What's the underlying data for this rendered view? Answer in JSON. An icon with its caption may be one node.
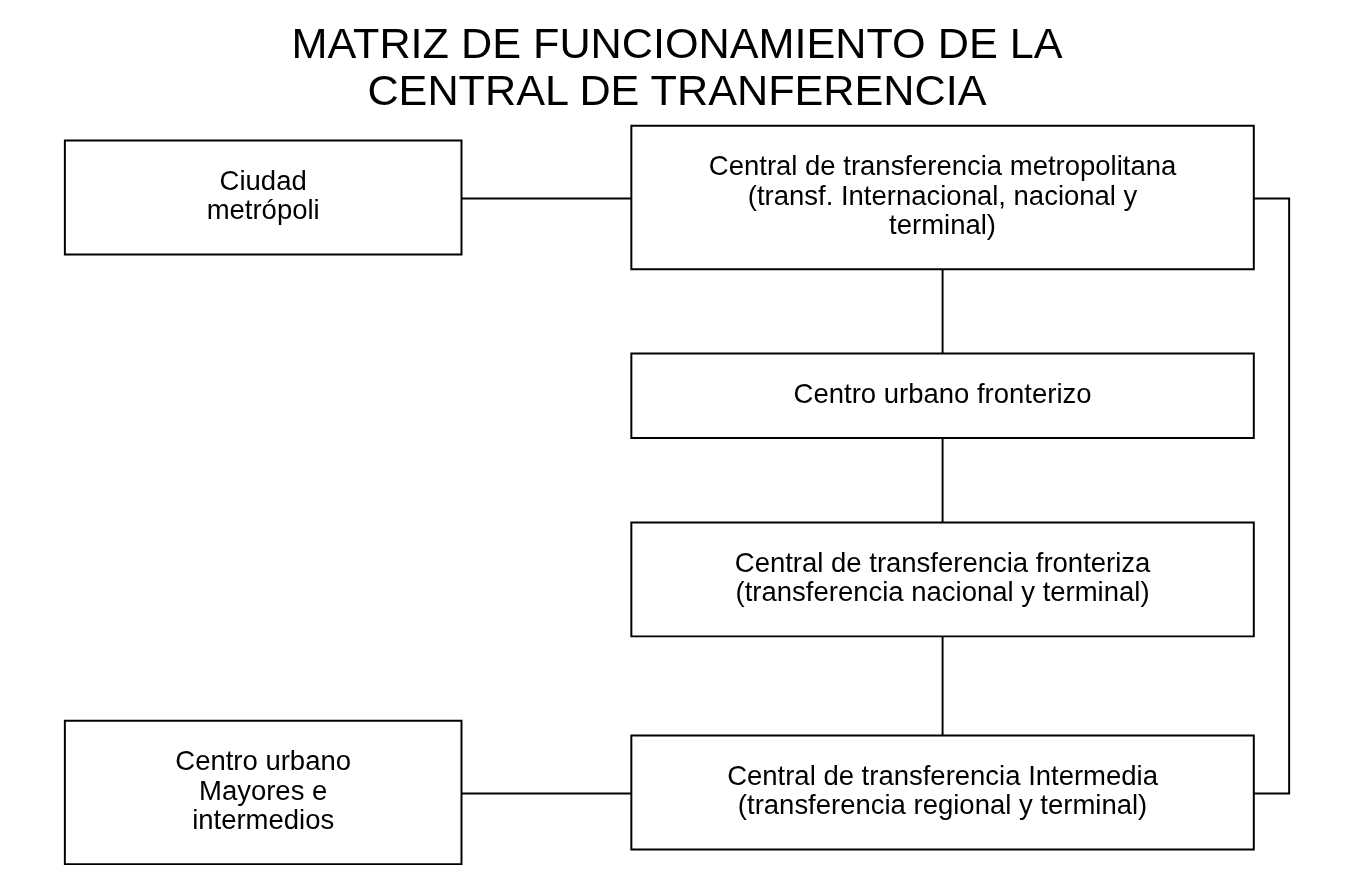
{
  "diagram": {
    "title": "MATRIZ DE FUNCIONAMIENTO DE LA CENTRAL DE TRANFERENCIA",
    "nodes": [
      {
        "text": [
          "Ciudad metrópoli"
        ]
      },
      {
        "text": [
          "Central de transferencia metropolitana (transf. Internacional, nacional y terminal)"
        ]
      },
      {
        "text": [
          "Centro urbano fronterizo"
        ]
      },
      {
        "text": [
          "Central de transferencia fronteriza (transferencia nacional y terminal)"
        ]
      },
      {
        "text": [
          "Centro urbano Mayores e intermedios"
        ]
      },
      {
        "text": [
          "Central de transferencia Intermedia (transferencia regional y terminal)"
        ]
      }
    ],
    "edges": [
      {
        "from": 0,
        "to": 1,
        "arrow": "none"
      },
      {
        "from": 1,
        "to": 2,
        "arrow": "none"
      },
      {
        "from": 2,
        "to": 3,
        "arrow": "none"
      },
      {
        "from": 3,
        "to": 5,
        "arrow": "none"
      },
      {
        "from": 4,
        "to": 5,
        "arrow": "none"
      },
      {
        "from": 1,
        "to": 5,
        "arrow": "none"
      }
    ]
  }
}
